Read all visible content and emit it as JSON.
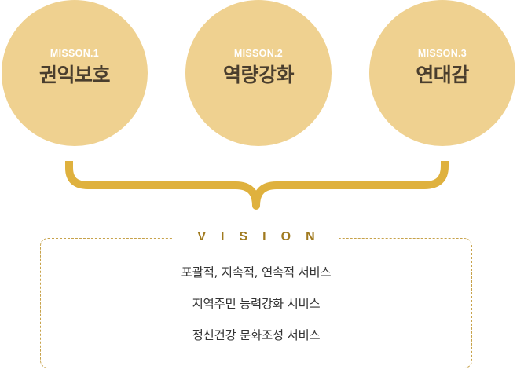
{
  "missions": [
    {
      "label": "MISSON.1",
      "title": "권익보호"
    },
    {
      "label": "MISSON.2",
      "title": "역량강화"
    },
    {
      "label": "MISSON.3",
      "title": "연대감"
    }
  ],
  "vision": {
    "title": "VISION",
    "items": [
      "포괄적, 지속적, 연속적 서비스",
      "지역주민 능력강화 서비스",
      "정신건강 문화조성 서비스"
    ]
  },
  "colors": {
    "circle": "#efd190",
    "brace": "#dfb13e",
    "accent": "#a07a1f",
    "title_text": "#4a3e2e"
  }
}
